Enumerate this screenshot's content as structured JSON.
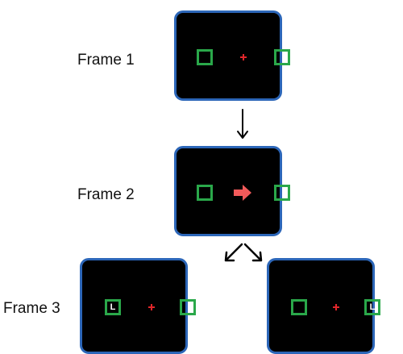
{
  "frames": [
    {
      "label": "Frame 1"
    },
    {
      "label": "Frame 2"
    },
    {
      "label": "Frame 3"
    }
  ],
  "stimuli": {
    "target_letter": "L",
    "cue_direction": "right"
  },
  "colors": {
    "screen_background": "#000000",
    "screen_border": "#2c66b8",
    "placeholder_box": "#2aa84a",
    "fixation_cross": "#e0262a",
    "cue_arrow": "#f25a5a",
    "flow_arrows": "#000000"
  }
}
